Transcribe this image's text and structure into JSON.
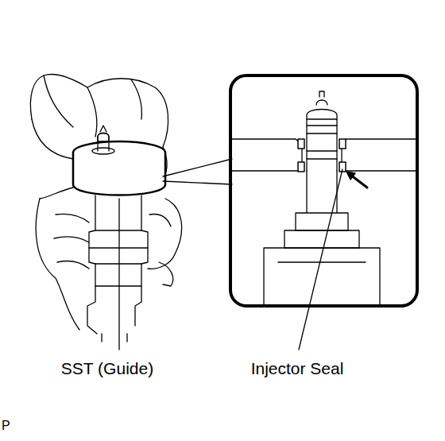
{
  "diagram": {
    "labels": [
      "SST (Guide)",
      "Injector Seal",
      "P"
    ]
  }
}
